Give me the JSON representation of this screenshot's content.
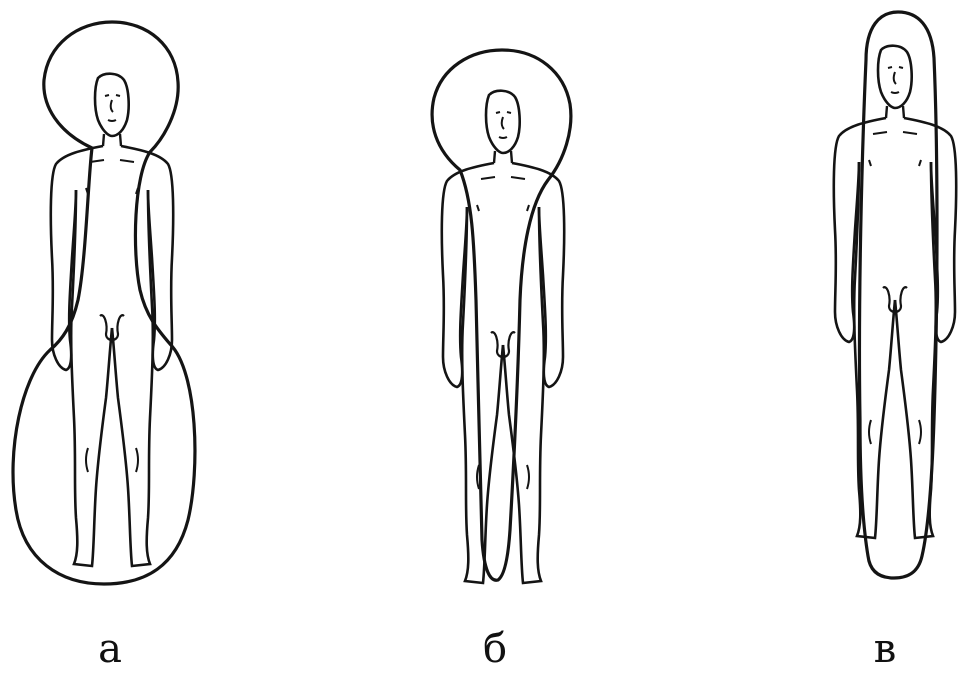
{
  "figure": {
    "panels": [
      {
        "id": "a",
        "label": "а"
      },
      {
        "id": "b",
        "label": "б"
      },
      {
        "id": "v",
        "label": "в"
      }
    ]
  },
  "colors": {
    "stroke": "#141414",
    "background": "#ffffff"
  }
}
